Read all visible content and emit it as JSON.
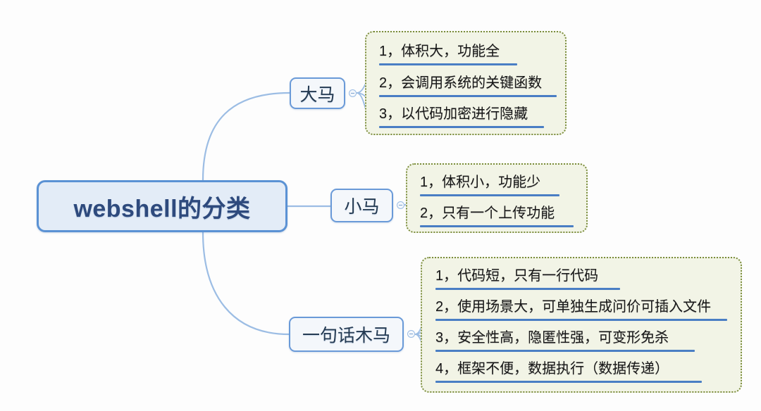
{
  "diagram": {
    "title": "webshell的分类",
    "type": "mindmap",
    "background_color": "#fdfdfd",
    "root": {
      "label": "webshell的分类",
      "fill_color": "#e3ecf7",
      "border_color": "#5b92d4",
      "text_color": "#2e4a7d"
    },
    "branches": [
      {
        "label": "大马",
        "toggle": "−",
        "group_fill": "#f2f4e6",
        "group_border": "#7a8c3a",
        "underline_color": "#4a7ec4",
        "items": [
          "1，体积大，功能全",
          "2，会调用系统的关键函数",
          "3，以代码加密进行隐藏"
        ]
      },
      {
        "label": "小马",
        "toggle": "−",
        "group_fill": "#f2f4e6",
        "group_border": "#7a8c3a",
        "underline_color": "#4a7ec4",
        "items": [
          "1，体积小，功能少",
          "2，只有一个上传功能"
        ]
      },
      {
        "label": "一句话木马",
        "toggle": "−",
        "group_fill": "#f2f4e6",
        "group_border": "#7a8c3a",
        "underline_color": "#4a7ec4",
        "items": [
          "1，代码短，只有一行代码",
          "2，使用场景大，可单独生成问价可插入文件",
          "3，安全性高，隐匿性强，可变形免杀",
          "4，框架不便，数据执行（数据传递）"
        ]
      }
    ]
  }
}
